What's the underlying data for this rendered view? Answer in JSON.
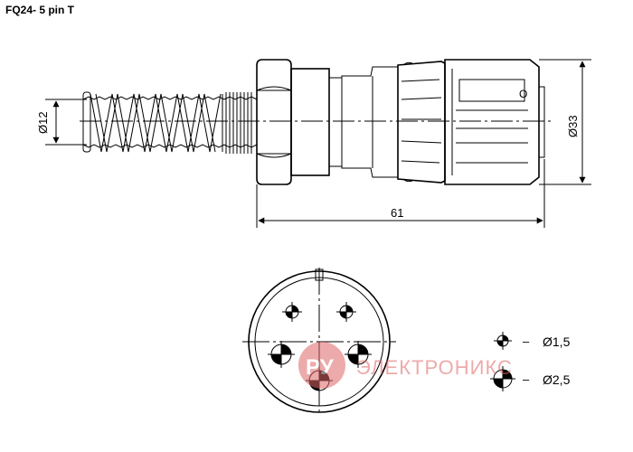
{
  "title": "FQ24- 5 pin T",
  "dimensions": {
    "diameter_cable": "Ø12",
    "diameter_body": "Ø33",
    "length": "61"
  },
  "body_marker": "O",
  "legend": {
    "small_pin": "Ø1,5",
    "large_pin": "Ø2,5",
    "dash": "–"
  },
  "watermark": {
    "logo_text": "РУ",
    "brand_text": "ЭЛЕКТРОНИКС",
    "color": "#d9534f"
  },
  "colors": {
    "line": "#000000",
    "pin_mark": "#ffffff",
    "watermark": "#e06666"
  }
}
